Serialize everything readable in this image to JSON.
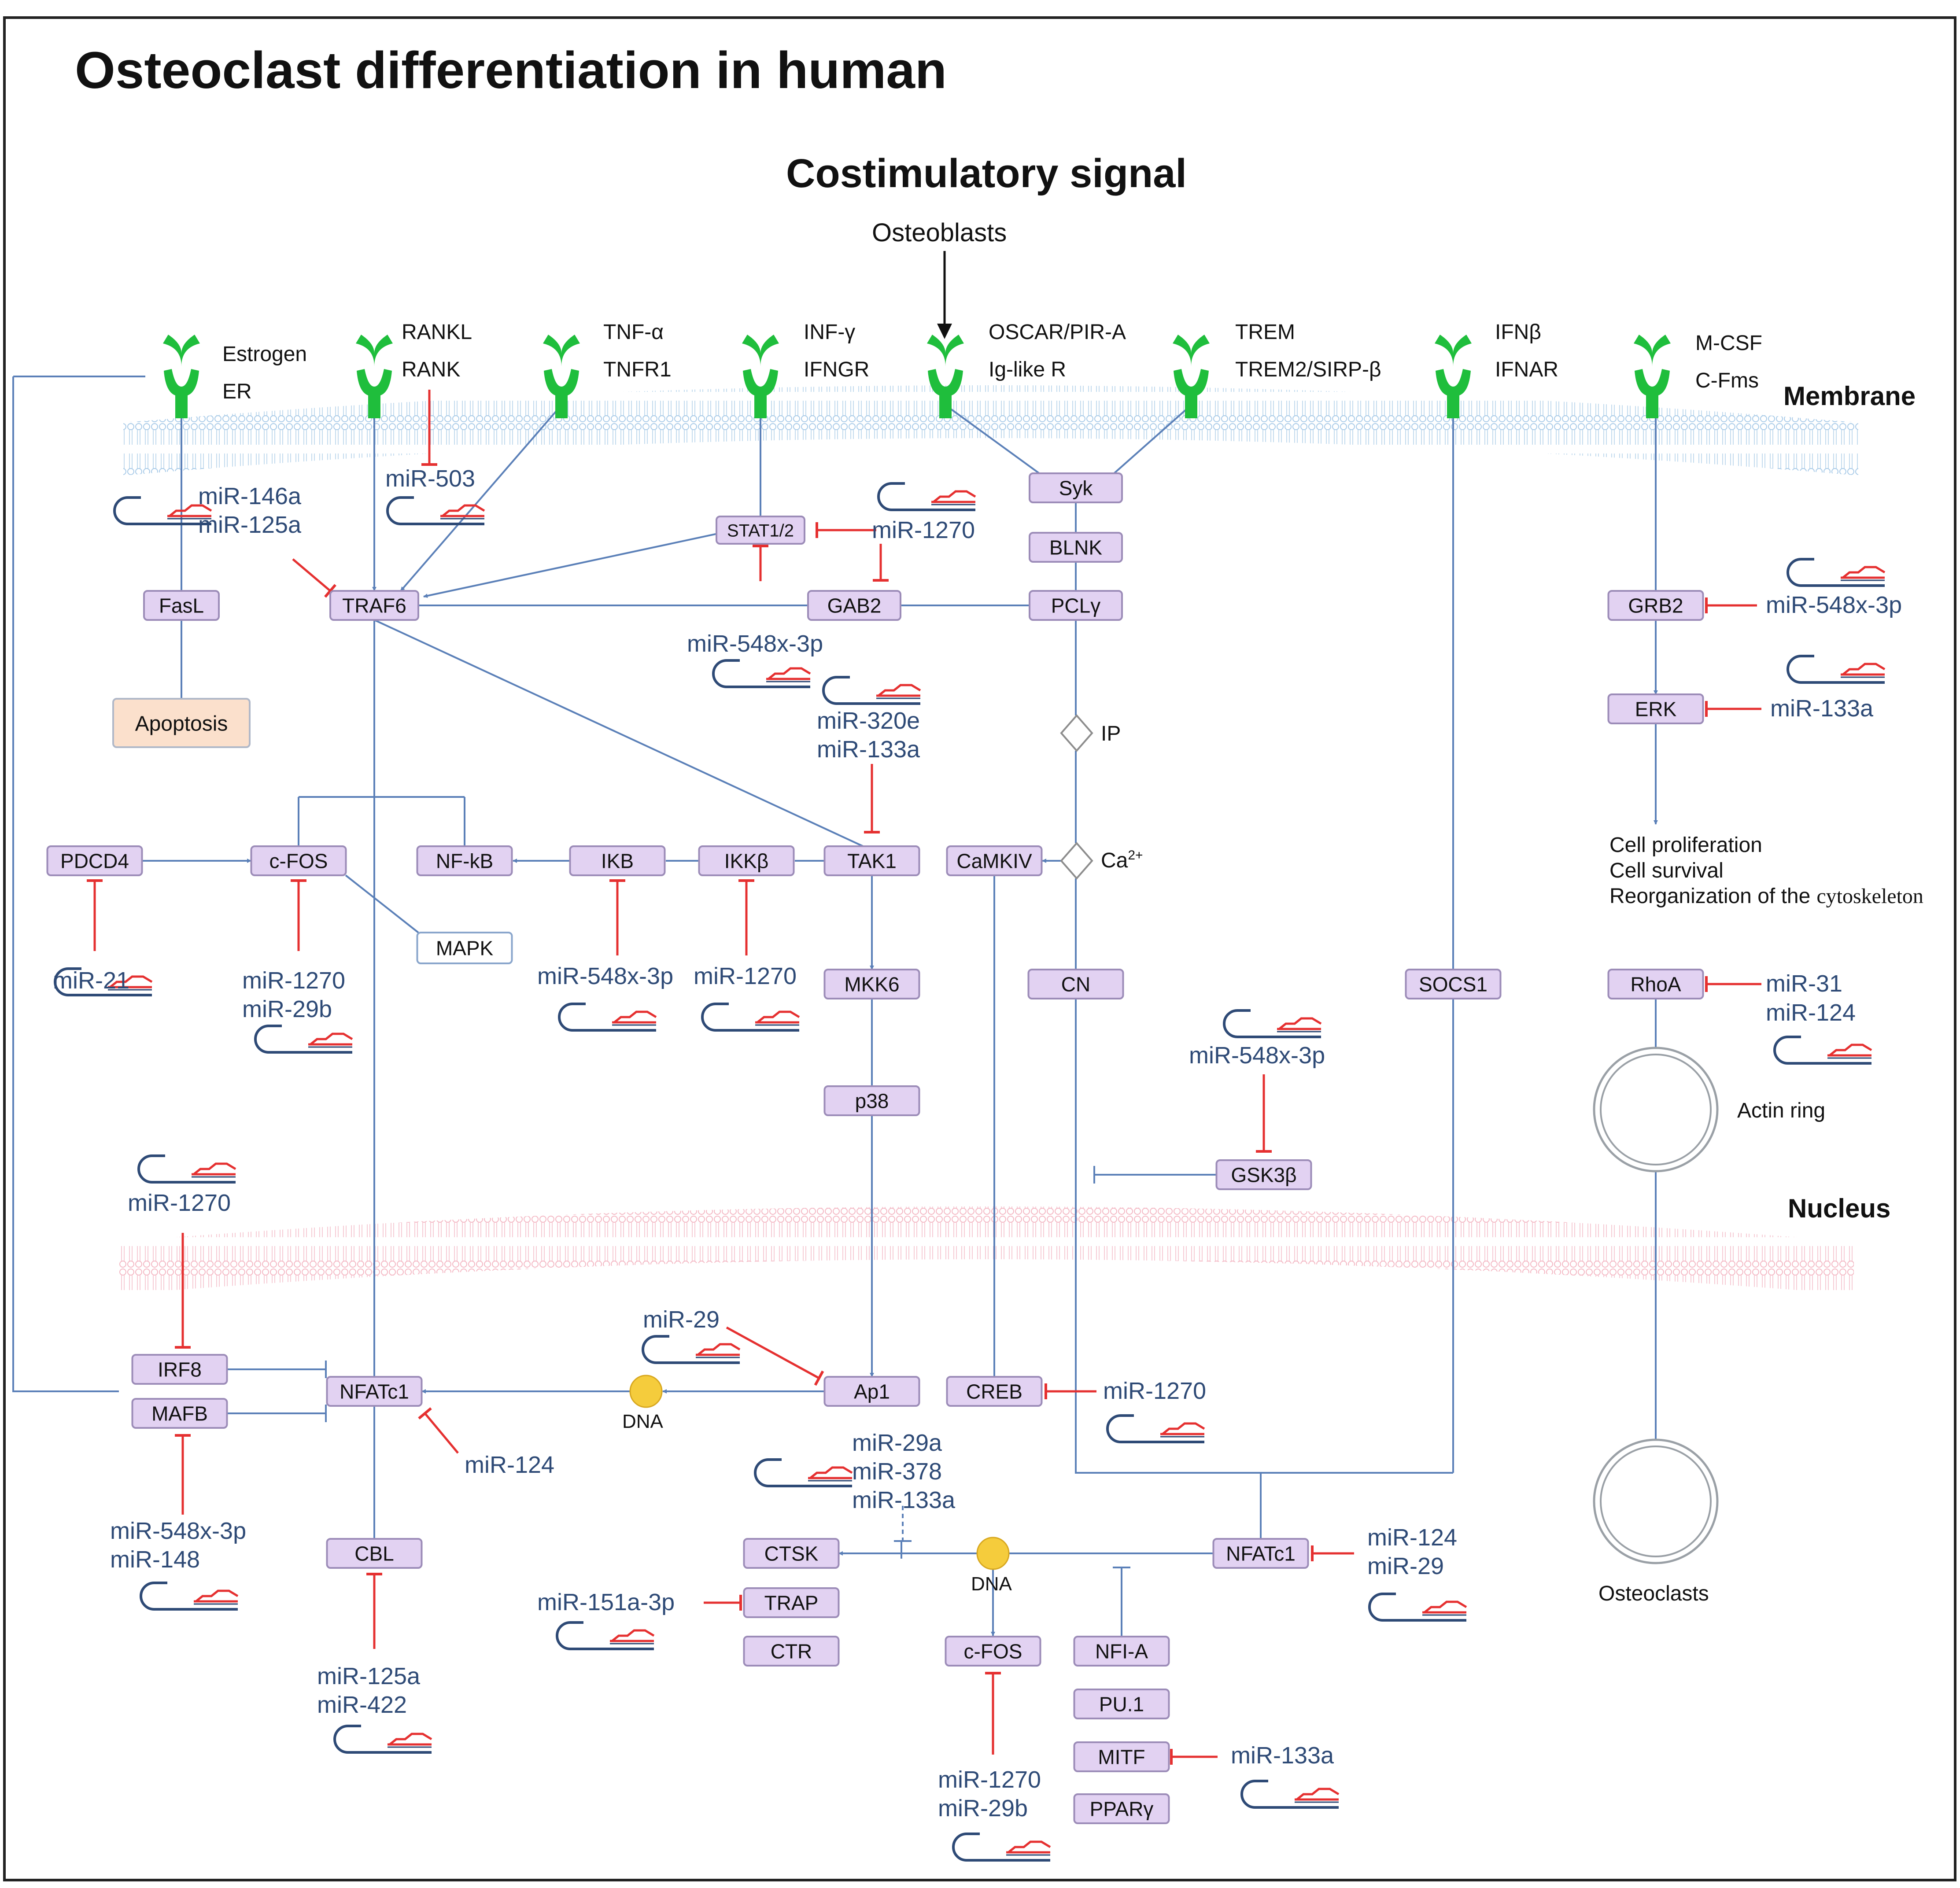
{
  "title": "Osteoclast differentiation in human",
  "subtitle": "Costimulatory signal",
  "osteoblasts_label": "Osteoblasts",
  "membrane_label": "Membrane",
  "nucleus_label": "Nucleus",
  "receptors": {
    "estrogen": {
      "ligand": "Estrogen",
      "receptor": "ER"
    },
    "rank": {
      "ligand": "RANKL",
      "receptor": "RANK"
    },
    "tnf": {
      "ligand": "TNF-α",
      "receptor": "TNFR1"
    },
    "ifng": {
      "ligand": "INF-γ",
      "receptor": "IFNGR"
    },
    "oscar": {
      "ligand": "OSCAR/PIR-A",
      "receptor": "Ig-like R"
    },
    "trem": {
      "ligand": "TREM",
      "receptor": "TREM2/SIRP-β"
    },
    "ifnb": {
      "ligand": "IFNβ",
      "receptor": "IFNAR"
    },
    "mcsf": {
      "ligand": "M-CSF",
      "receptor": "C-Fms"
    }
  },
  "nodes": {
    "fasl": "FasL",
    "apoptosis": "Apoptosis",
    "traf6": "TRAF6",
    "stat12": "STAT1/2",
    "gab2": "GAB2",
    "syk": "Syk",
    "blnk": "BLNK",
    "pclg": "PCLγ",
    "ip": "IP",
    "ca": "Ca",
    "ca_sup": "2+",
    "pdcd4": "PDCD4",
    "cfos": "c-FOS",
    "nfkb": "NF-kB",
    "mapk": "MAPK",
    "ikb": "IKB",
    "ikkb": "IKKβ",
    "tak1": "TAK1",
    "camkiv": "CaMKIV",
    "mkk6": "MKK6",
    "p38": "p38",
    "cn": "CN",
    "socs1": "SOCS1",
    "gsk3b": "GSK3β",
    "grb2": "GRB2",
    "erk": "ERK",
    "rhoa": "RhoA",
    "irf8": "IRF8",
    "mafb": "MAFB",
    "nfatc1_left": "NFATc1",
    "dna1": "DNA",
    "ap1": "Ap1",
    "creb": "CREB",
    "cbl": "CBL",
    "ctsk": "CTSK",
    "trap": "TRAP",
    "ctr": "CTR",
    "dna2": "DNA",
    "nfatc1_right": "NFATc1",
    "cfos2": "c-FOS",
    "nfia": "NFI-A",
    "pu1": "PU.1",
    "mitf": "MITF",
    "pparg": "PPARγ"
  },
  "outcomes": {
    "line1": "Cell proliferation",
    "line2": "Cell survival",
    "line3a": "Reorganization of the",
    "line3b": "cytoskeleton",
    "actin": "Actin ring",
    "osteoclasts": "Osteoclasts"
  },
  "mirnas": {
    "m146a": "miR-146a",
    "m125a_a": "miR-125a",
    "m503": "miR-503",
    "m1270_stat": "miR-1270",
    "m548_stat": "miR-548x-3p",
    "m320e": "miR-320e",
    "m133a_tak": "miR-133a",
    "m548_grb2": "miR-548x-3p",
    "m133a_erk": "miR-133a",
    "m21": "miR-21",
    "m1270_cfos": "miR-1270",
    "m29b_cfos": "miR-29b",
    "m548_ikb": "miR-548x-3p",
    "m1270_ikk": "miR-1270",
    "m548_gsk": "miR-548x-3p",
    "m31": "miR-31",
    "m124_rhoa": "miR-124",
    "m1270_irf8": "miR-1270",
    "m29_ap1": "miR-29",
    "m1270_creb": "miR-1270",
    "m124_nfat": "miR-124",
    "m548_mafb": "miR-548x-3p",
    "m148": "miR-148",
    "m29a": "miR-29a",
    "m378": "miR-378",
    "m133a_dna": "miR-133a",
    "m124_nfatr": "miR-124",
    "m29_nfatr": "miR-29",
    "m151": "miR-151a-3p",
    "m125a_cbl": "miR-125a",
    "m422": "miR-422",
    "m133a_mitf": "miR-133a",
    "m1270_cfos2": "miR-1270",
    "m29b_cfos2": "miR-29b"
  },
  "colors": {
    "node_fill": "#e2d2f2",
    "node_stroke": "#9c8cb8",
    "line_blue": "#5b80b8",
    "inhibit_red": "#e53030",
    "receptor_green": "#1fbe3c",
    "mirna_text": "#2e4a76",
    "apoptosis_fill": "#fbe0cc",
    "dna_fill": "#f5cc3c"
  }
}
